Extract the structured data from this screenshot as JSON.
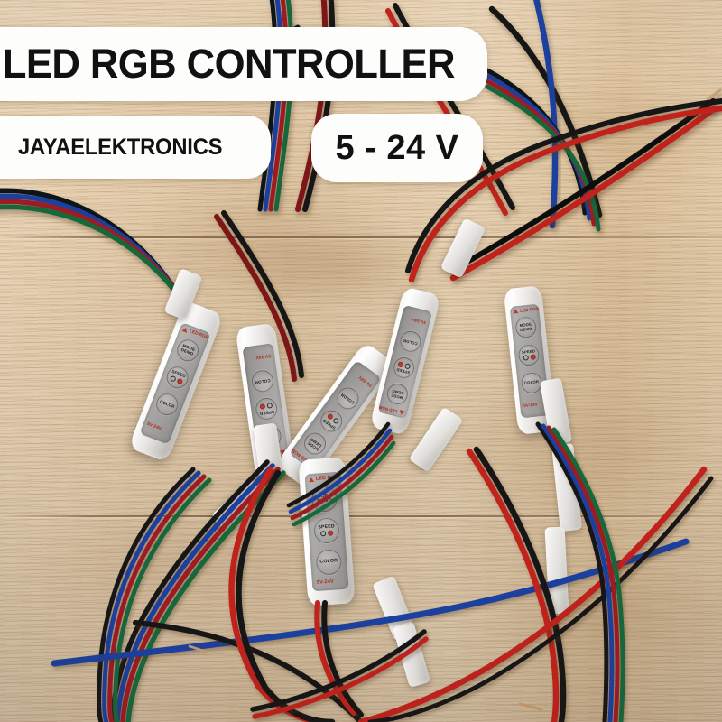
{
  "overlay": {
    "title_badge": {
      "text": "LED RGB CONTROLLER"
    },
    "brand_badge": {
      "text": "JAYAELEKTRONICS"
    },
    "voltage_badge": {
      "text": "5 - 24 V"
    }
  },
  "product": {
    "name": "LED RGB Controller",
    "brand": "JAYAELEKTRONICS",
    "voltage_range": "5 - 24 V",
    "button_labels": {
      "mode": "MODE",
      "demo": "DEMO",
      "speed": "SPEED",
      "color": "COLOR"
    },
    "markings": {
      "top": "LED RGB",
      "bottom": "5V-24V"
    },
    "wire_colors": {
      "rgb_ribbon": [
        "#141414",
        "#1b3f9e",
        "#9c1f24",
        "#15683a"
      ],
      "power_pair": [
        "#c0221f",
        "#141414"
      ]
    },
    "units_visible": 6
  },
  "scene": {
    "background": "wood-surface",
    "wood_color_light": "#e9d3b4",
    "wood_color_dark": "#d9bd96",
    "seam_color": "#5c3e20"
  }
}
